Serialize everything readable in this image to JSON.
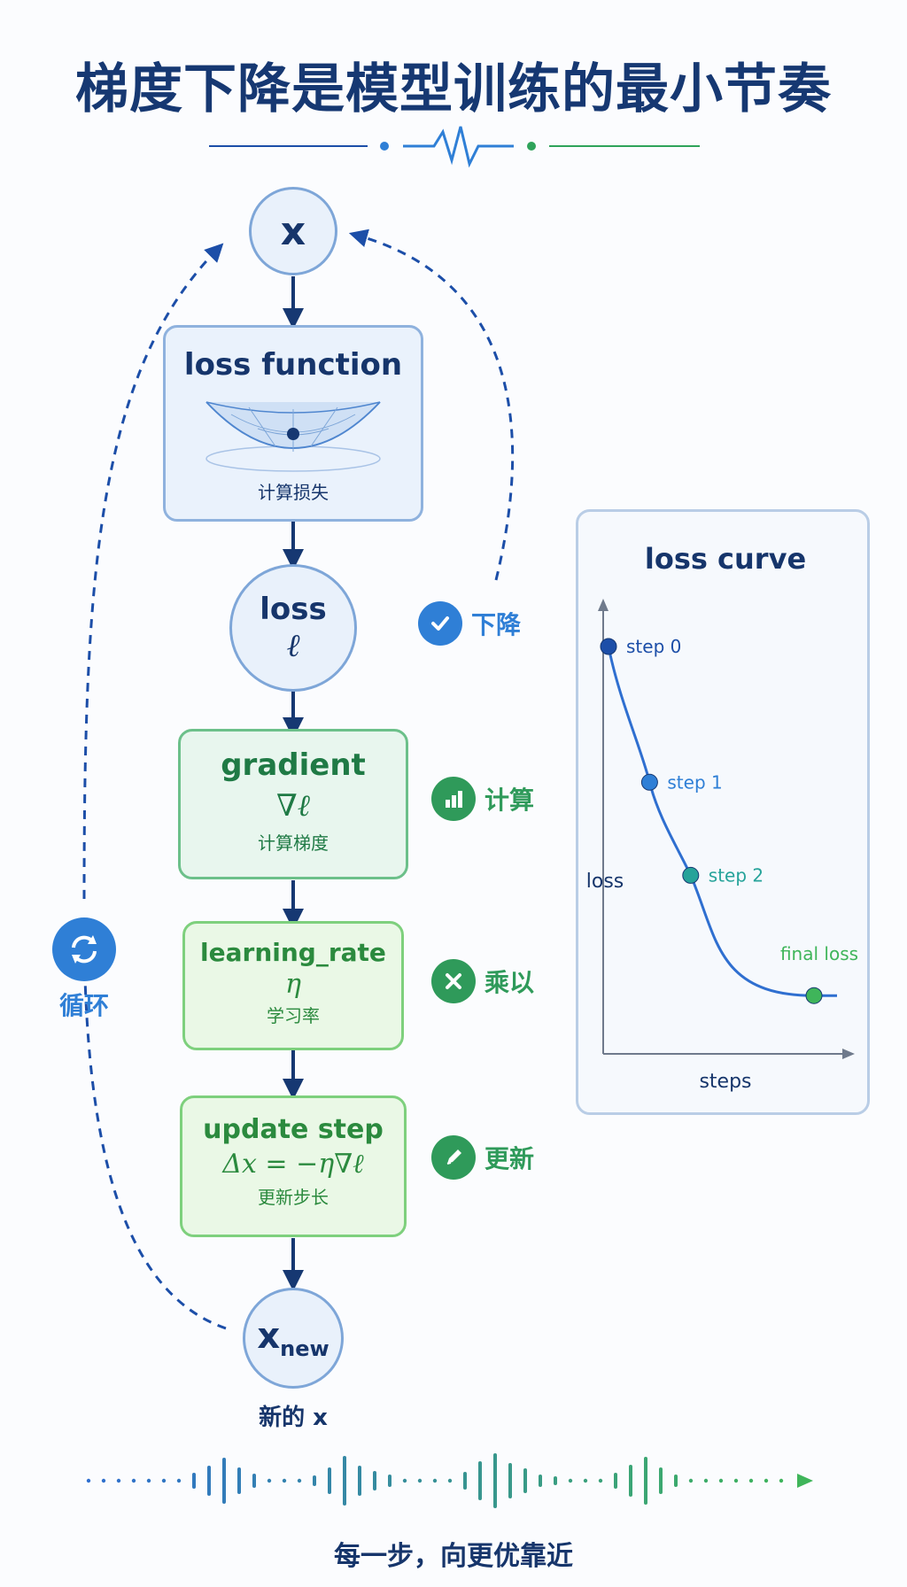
{
  "title": "梯度下降是模型训练的最小节奏",
  "nodes": {
    "x": "x",
    "loss_function": {
      "title": "loss function",
      "caption": "计算损失"
    },
    "loss": {
      "title": "loss",
      "symbol": "ℓ"
    },
    "gradient": {
      "title": "gradient",
      "formula": "∇ℓ",
      "caption": "计算梯度"
    },
    "learning_rate": {
      "title": "learning_rate",
      "formula": "η",
      "caption": "学习率"
    },
    "update_step": {
      "title": "update step",
      "formula": "Δx = −η∇ℓ",
      "caption": "更新步长"
    },
    "x_new": {
      "base": "x",
      "sub": "new",
      "caption": "新的 x"
    }
  },
  "side_labels": {
    "descent": {
      "label": "下降",
      "icon": "check-icon",
      "color": "#2f7fd6"
    },
    "compute": {
      "label": "计算",
      "icon": "bar-chart-icon",
      "color": "#2f9a5a"
    },
    "multiply": {
      "label": "乘以",
      "icon": "multiply-icon",
      "color": "#2f9a5a"
    },
    "update": {
      "label": "更新",
      "icon": "pencil-icon",
      "color": "#2f9a5a"
    },
    "cycle": {
      "label": "循环",
      "icon": "cycle-icon",
      "color": "#2f7fd6"
    }
  },
  "chart_data": {
    "type": "line",
    "title": "loss curve",
    "xlabel": "steps",
    "ylabel": "loss",
    "points": [
      {
        "label": "step 0",
        "x": 0,
        "y": 1.0,
        "color": "#1c4ea8"
      },
      {
        "label": "step 1",
        "x": 1,
        "y": 0.65,
        "color": "#2f7fd6"
      },
      {
        "label": "step 2",
        "x": 2,
        "y": 0.41,
        "color": "#26a39a"
      },
      {
        "label": "final loss",
        "x": 5,
        "y": 0.1,
        "color": "#3fb55a"
      }
    ]
  },
  "footer": "每一步，向更优靠近",
  "colors": {
    "navy": "#163872",
    "blue": "#2f7fd6",
    "green": "#2f9a5a"
  }
}
